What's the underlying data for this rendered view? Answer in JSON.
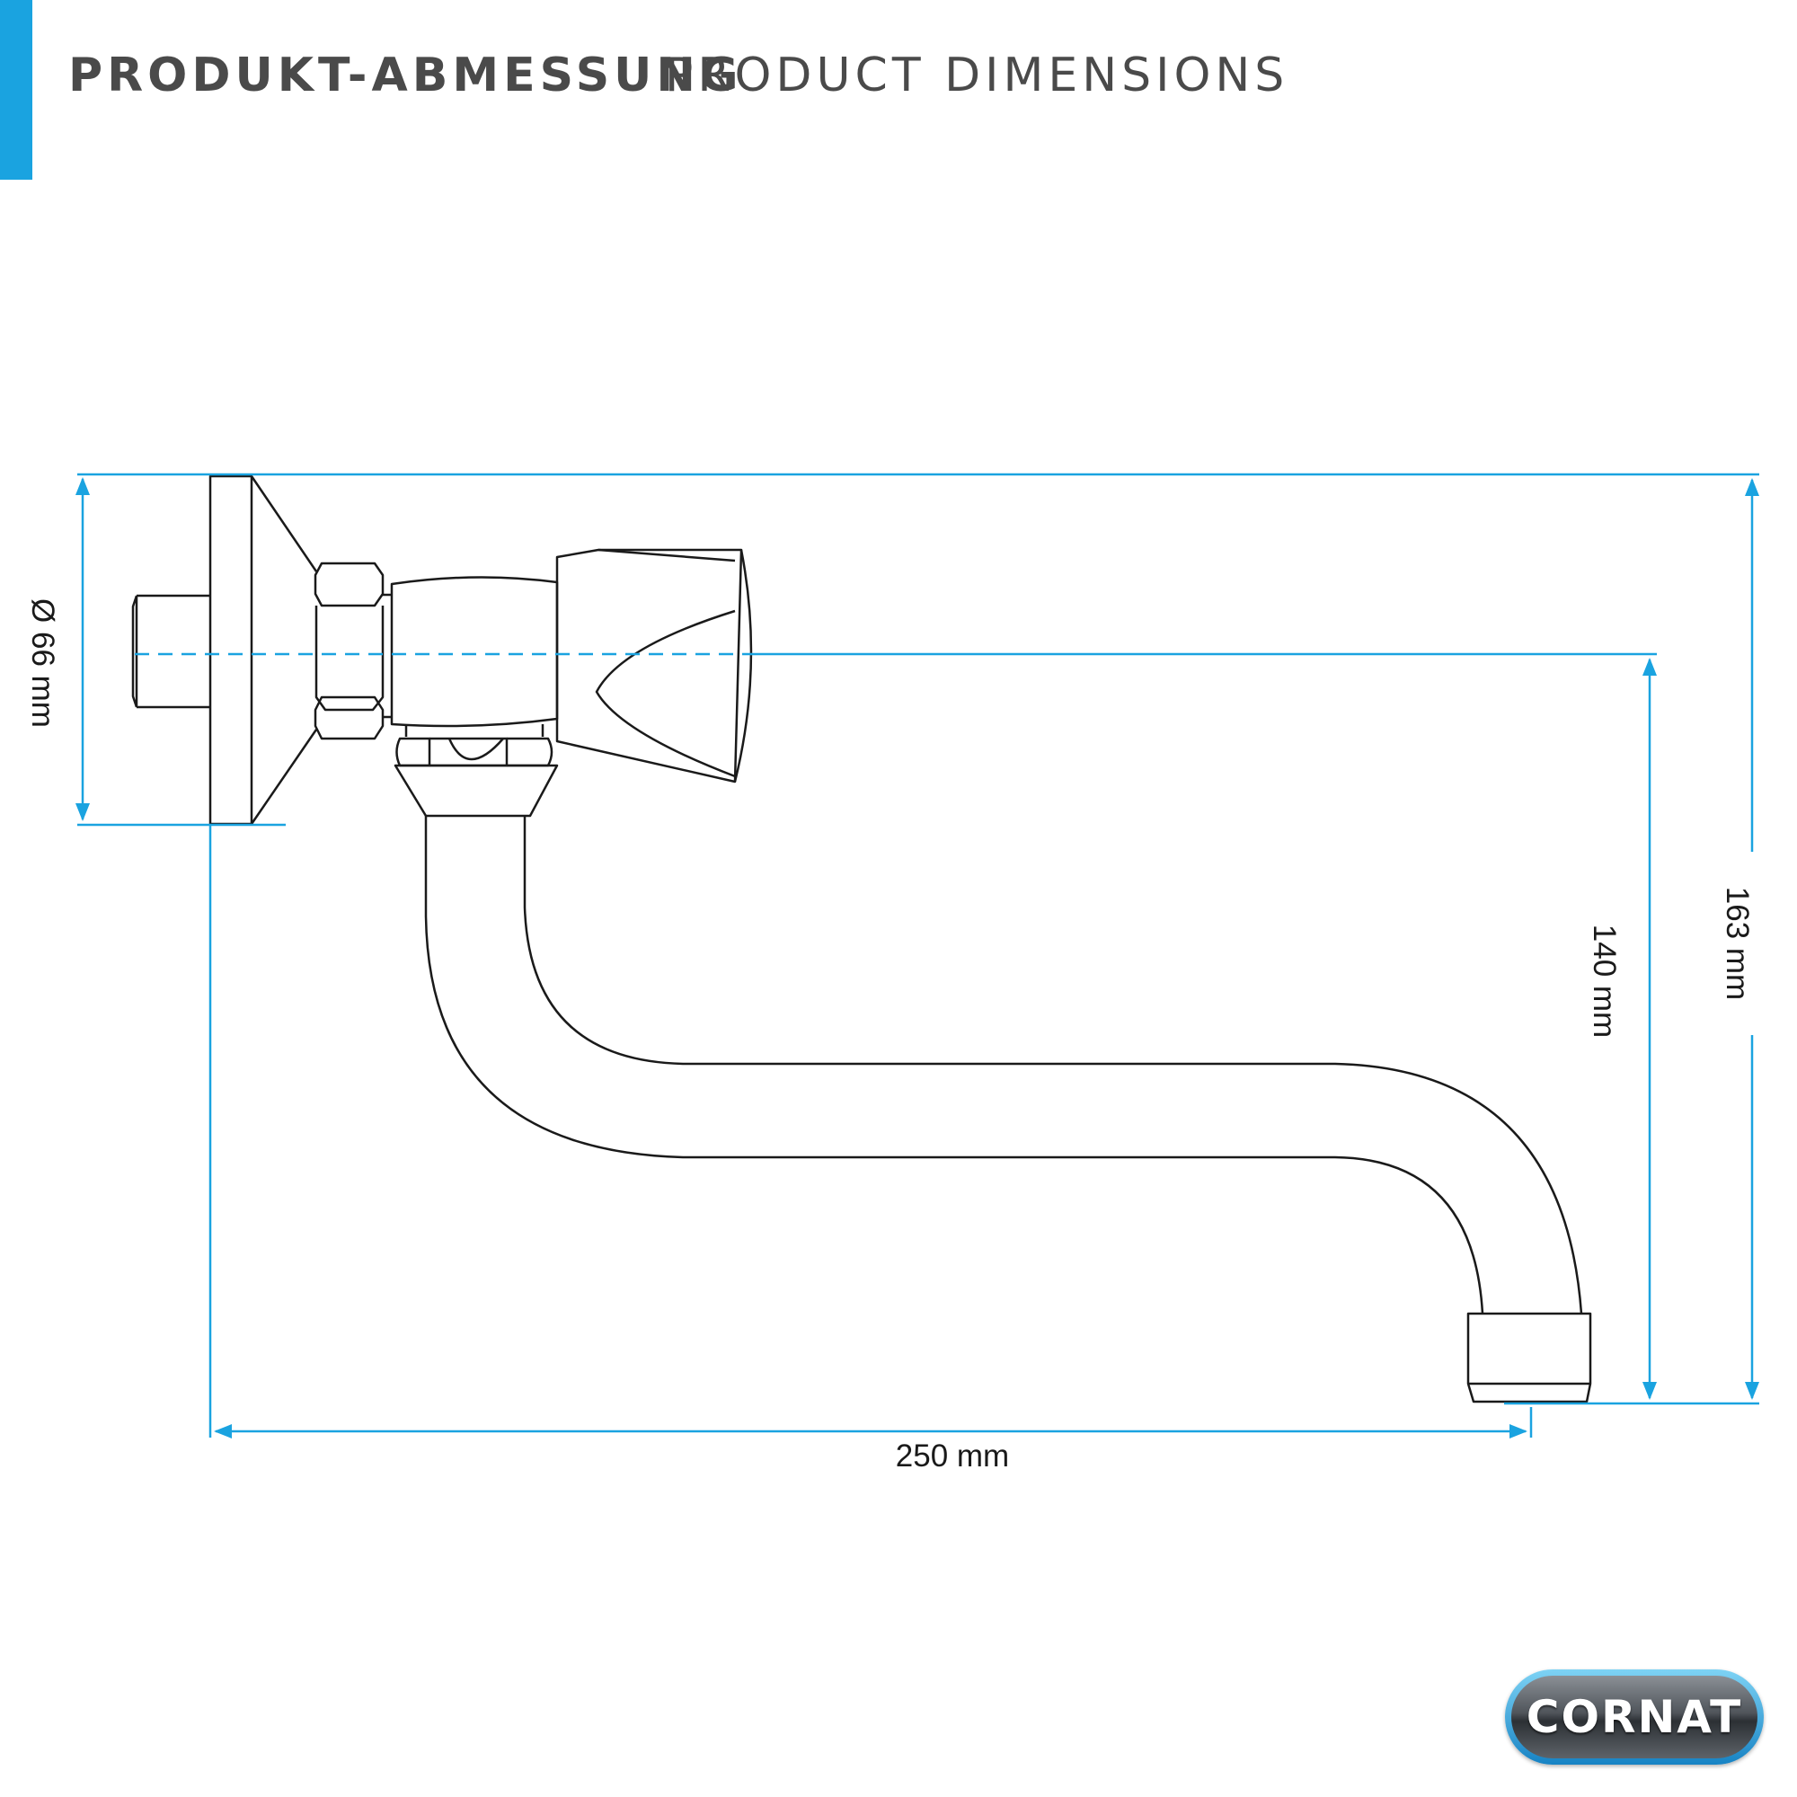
{
  "header": {
    "title_de": "PRODUKT-ABMESSUNG",
    "title_en": "PRODUCT DIMENSIONS"
  },
  "dimensions": {
    "flange_diameter": "Ø 66 mm",
    "spout_drop": "140 mm",
    "total_height": "163 mm",
    "projection": "250 mm"
  },
  "brand": {
    "logo_text": "CORNAT"
  },
  "colors": {
    "accent": "#1aa3e0",
    "outline": "#1a1a1a",
    "heading": "#4a4a4a"
  }
}
